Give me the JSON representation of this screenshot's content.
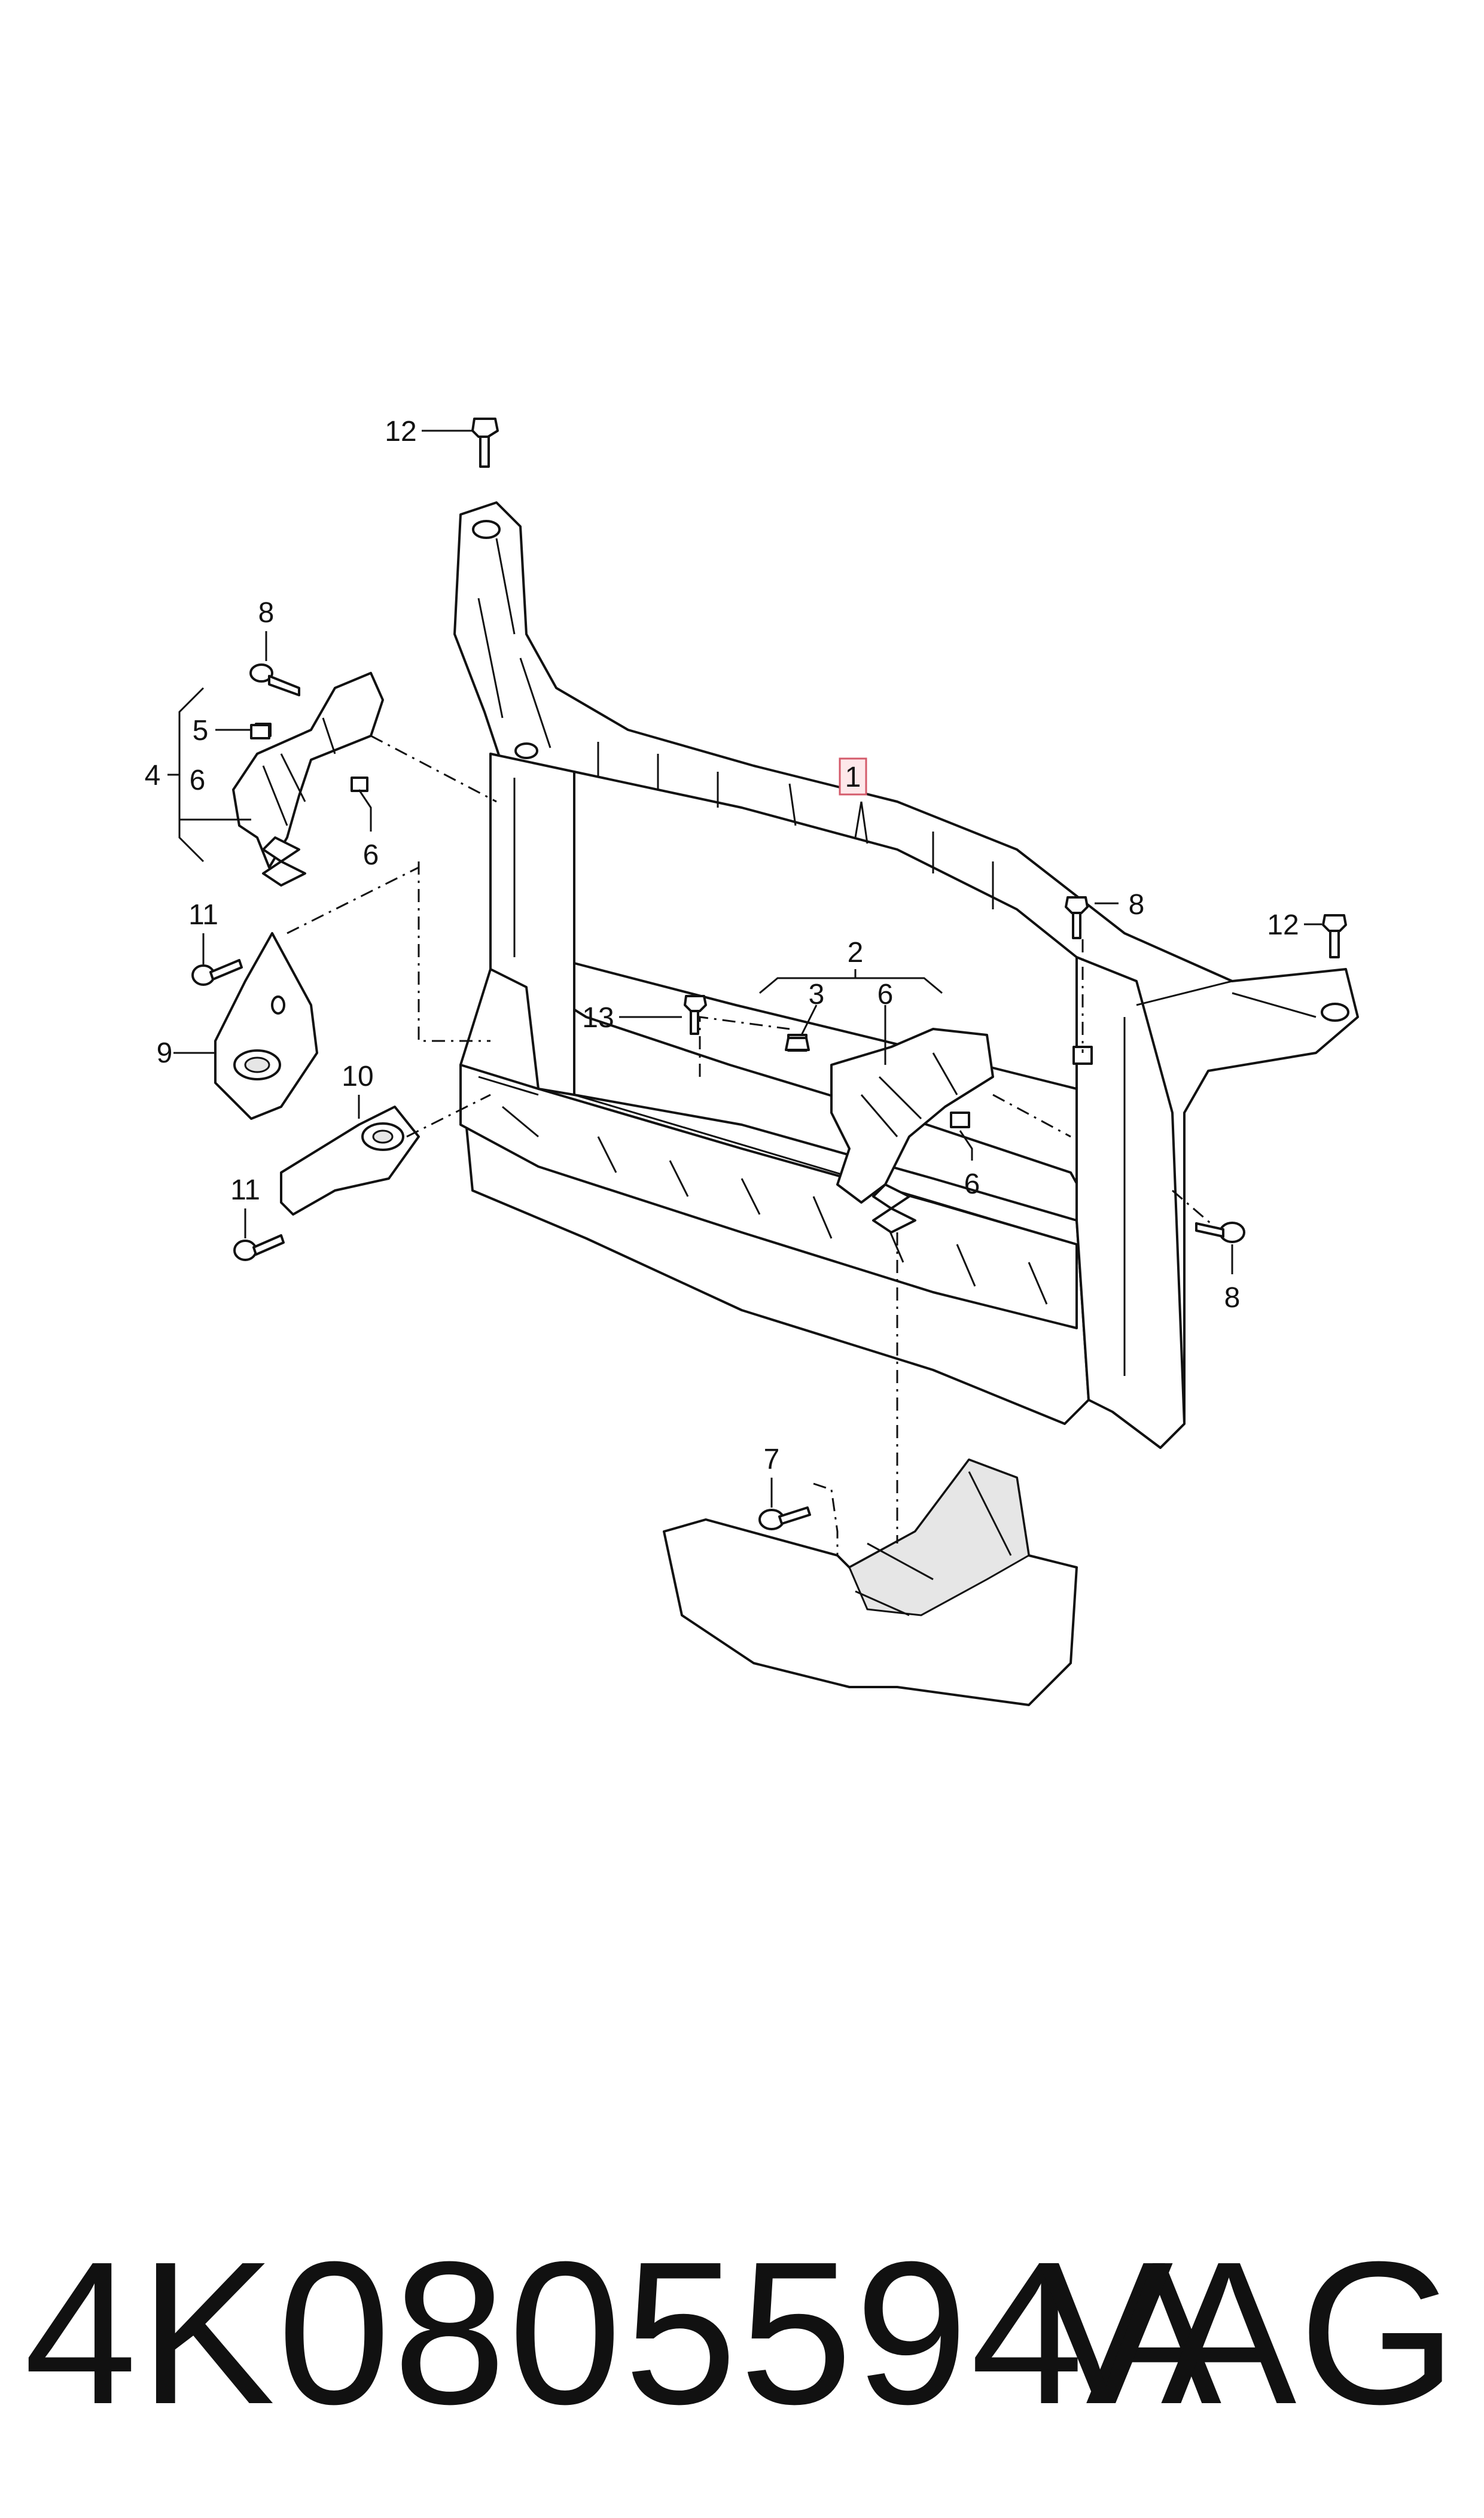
{
  "callouts": {
    "c1": "1",
    "c2": "2",
    "c3": "3",
    "c4": "4",
    "c5": "5",
    "c6a": "6",
    "c6b": "6",
    "c6c": "6",
    "c6d": "6",
    "c7": "7",
    "c8a": "8",
    "c8b": "8",
    "c8c": "8",
    "c9": "9",
    "c10": "10",
    "c11a": "11",
    "c11b": "11",
    "c12a": "12",
    "c12b": "12",
    "c13": "13"
  },
  "colors": {
    "highlight_border": "#d45b6b",
    "highlight_fill": "#fde8ea"
  },
  "footer": {
    "part_number": "4K0805594A",
    "brand": "VAG"
  }
}
